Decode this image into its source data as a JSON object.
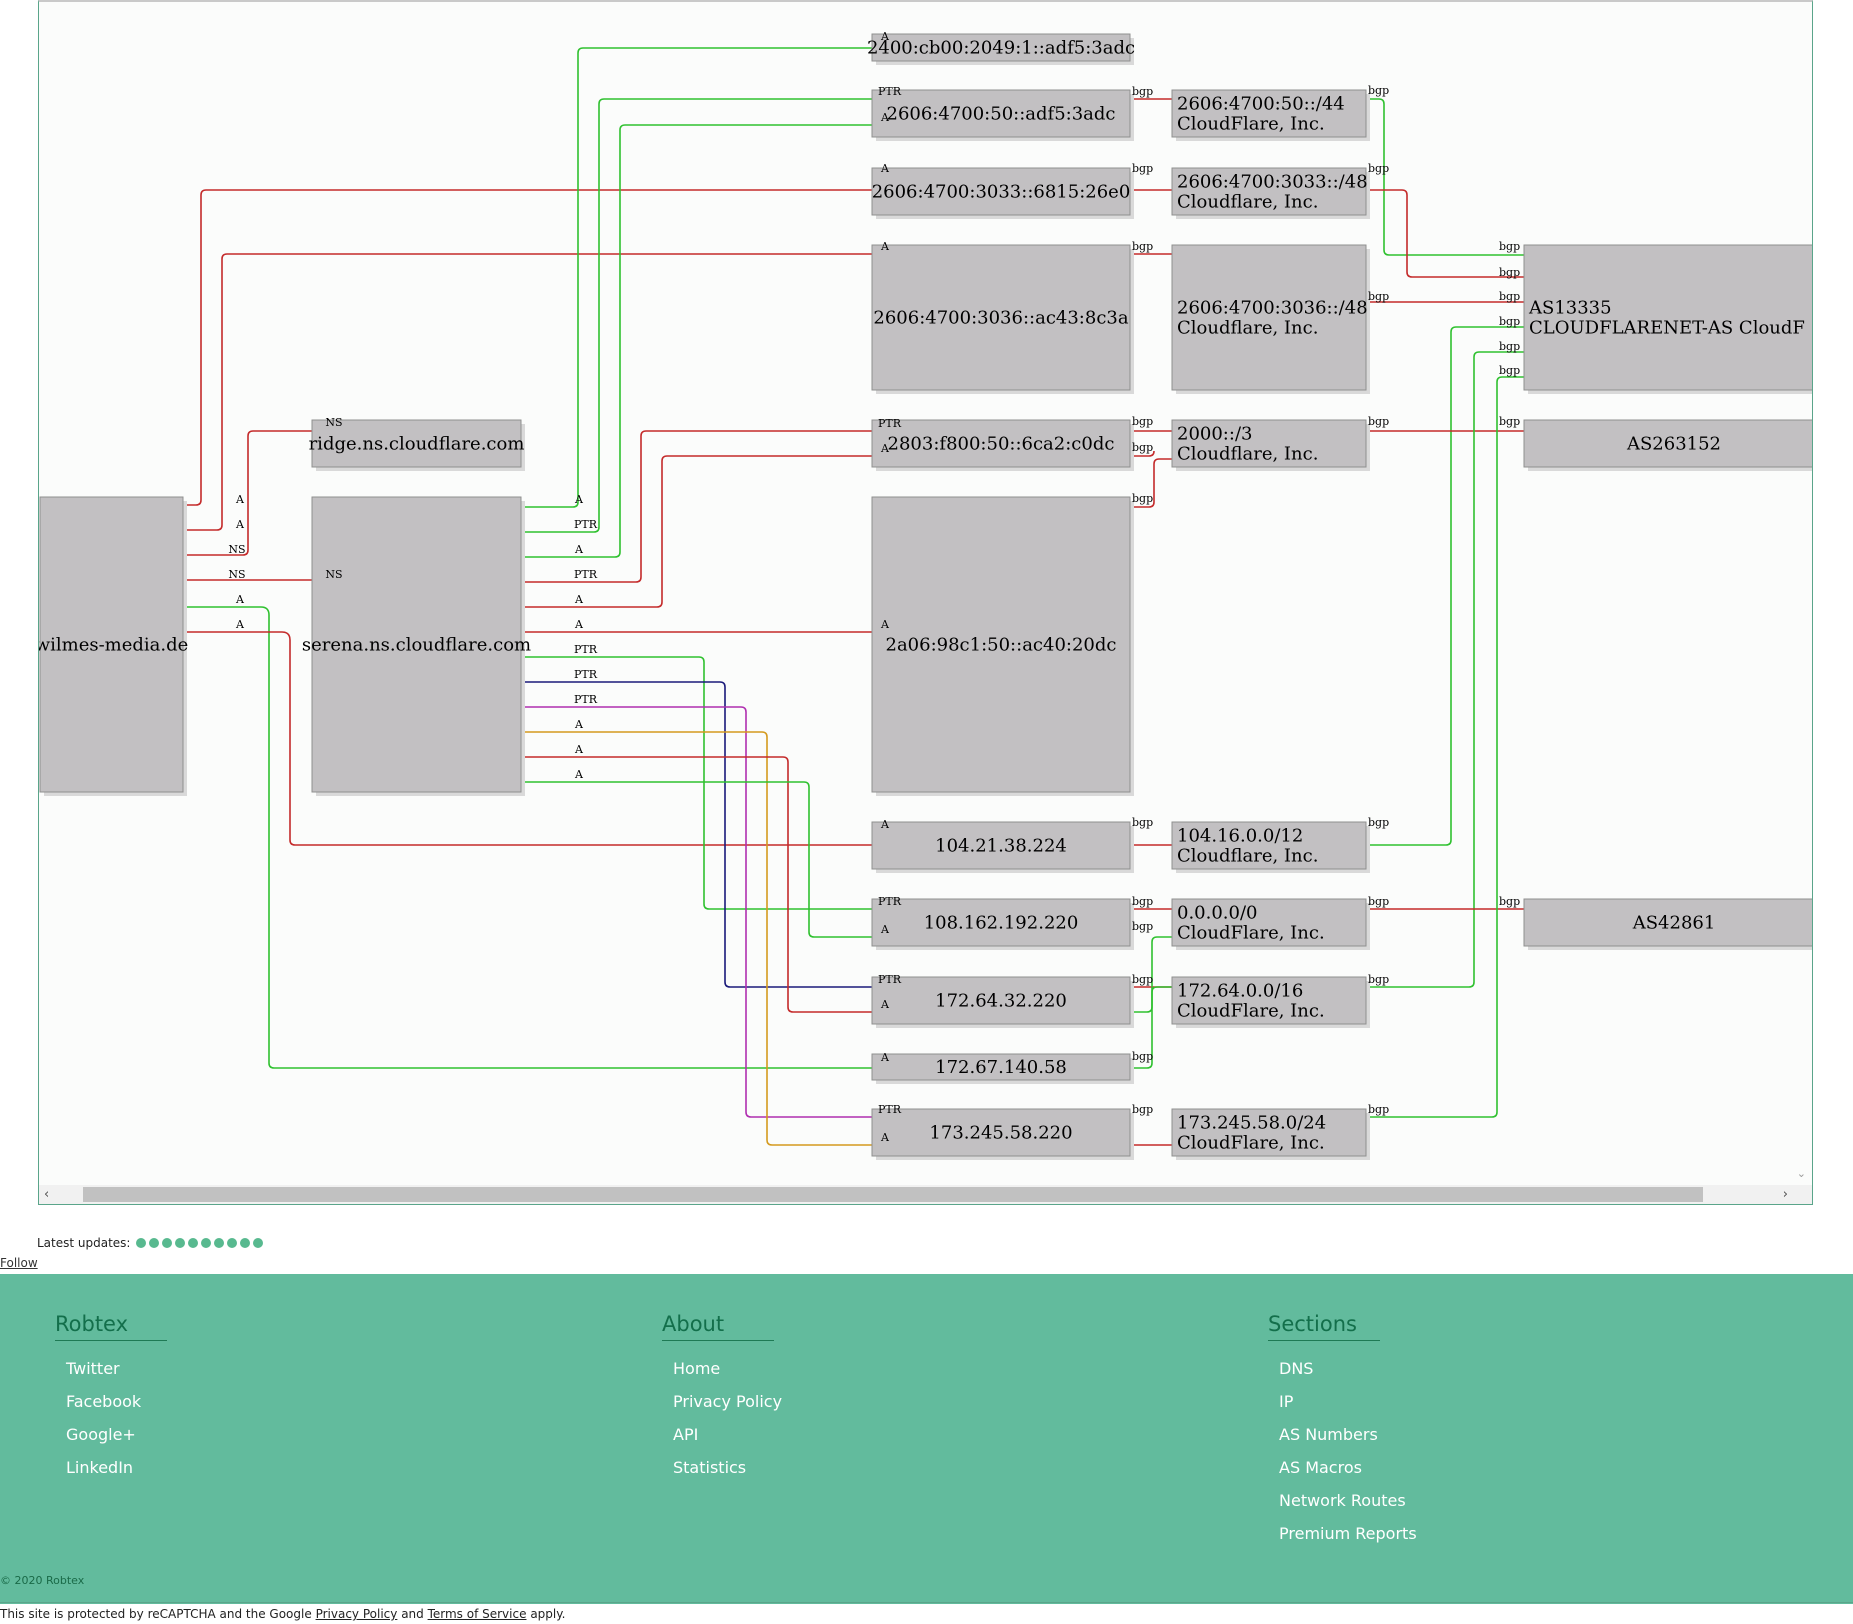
{
  "colors": {
    "edge_red": "#c42b2b",
    "edge_green": "#2fc12f",
    "edge_navy": "#1a1a7a",
    "edge_magenta": "#b02fb0",
    "edge_orange": "#d49a1e",
    "node_fill": "#c2c0c2",
    "footer_bg": "#62bb9d",
    "footer_heading": "#136f4b",
    "update_dot": "#58b98f"
  },
  "graph": {
    "nodes": [
      {
        "id": "wilmes",
        "lines": [
          "wilmes-media.de"
        ]
      },
      {
        "id": "ridge",
        "lines": [
          "ridge.ns.cloudflare.com"
        ]
      },
      {
        "id": "serena",
        "lines": [
          "serena.ns.cloudflare.com"
        ]
      },
      {
        "id": "ip2400",
        "lines": [
          "2400:cb00:2049:1::adf5:3adc"
        ]
      },
      {
        "id": "ip2606a",
        "lines": [
          "2606:4700:50::adf5:3adc"
        ]
      },
      {
        "id": "ip2606b",
        "lines": [
          "2606:4700:3033::6815:26e0"
        ]
      },
      {
        "id": "ip2606c",
        "lines": [
          "2606:4700:3036::ac43:8c3a"
        ]
      },
      {
        "id": "ip2803",
        "lines": [
          "2803:f800:50::6ca2:c0dc"
        ]
      },
      {
        "id": "ip2a06",
        "lines": [
          "2a06:98c1:50::ac40:20dc"
        ]
      },
      {
        "id": "ip104",
        "lines": [
          "104.21.38.224"
        ]
      },
      {
        "id": "ip108",
        "lines": [
          "108.162.192.220"
        ]
      },
      {
        "id": "ip172a",
        "lines": [
          "172.64.32.220"
        ]
      },
      {
        "id": "ip172b",
        "lines": [
          "172.67.140.58"
        ]
      },
      {
        "id": "ip173",
        "lines": [
          "173.245.58.220"
        ]
      },
      {
        "id": "r2606a",
        "lines": [
          "2606:4700:50::/44",
          "CloudFlare, Inc."
        ]
      },
      {
        "id": "r2606b",
        "lines": [
          "2606:4700:3033::/48",
          "Cloudflare, Inc."
        ]
      },
      {
        "id": "r2606c",
        "lines": [
          "2606:4700:3036::/48",
          "Cloudflare, Inc."
        ]
      },
      {
        "id": "r2000",
        "lines": [
          "2000::/3",
          "Cloudflare, Inc."
        ]
      },
      {
        "id": "r104",
        "lines": [
          "104.16.0.0/12",
          "Cloudflare, Inc."
        ]
      },
      {
        "id": "r0",
        "lines": [
          "0.0.0.0/0",
          "CloudFlare, Inc."
        ]
      },
      {
        "id": "r172",
        "lines": [
          "172.64.0.0/16",
          "CloudFlare, Inc."
        ]
      },
      {
        "id": "r173",
        "lines": [
          "173.245.58.0/24",
          "CloudFlare, Inc."
        ]
      },
      {
        "id": "as13335",
        "lines": [
          "AS13335",
          "CLOUDFLARENET-AS CloudF"
        ]
      },
      {
        "id": "as263152",
        "lines": [
          "AS263152"
        ]
      },
      {
        "id": "as42861",
        "lines": [
          "AS42861"
        ]
      }
    ],
    "edge_labels": {
      "a": "A",
      "ptr": "PTR",
      "ns": "NS",
      "bgp": "bgp"
    }
  },
  "updates": {
    "label": "Latest updates:",
    "dot_count": 10
  },
  "follow": "Follow",
  "footer": {
    "columns": [
      {
        "heading": "Robtex",
        "links": [
          "Twitter",
          "Facebook",
          "Google+",
          "LinkedIn"
        ]
      },
      {
        "heading": "About",
        "links": [
          "Home",
          "Privacy Policy",
          "API",
          "Statistics"
        ]
      },
      {
        "heading": "Sections",
        "links": [
          "DNS",
          "IP",
          "AS Numbers",
          "AS Macros",
          "Network Routes",
          "Premium Reports"
        ]
      }
    ],
    "copyright": "© 2020 Robtex"
  },
  "recaptcha": {
    "prefix": "This site is protected by reCAPTCHA and the Google",
    "privacy": "Privacy Policy",
    "and": "and",
    "terms": "Terms of Service",
    "suffix": "apply."
  }
}
